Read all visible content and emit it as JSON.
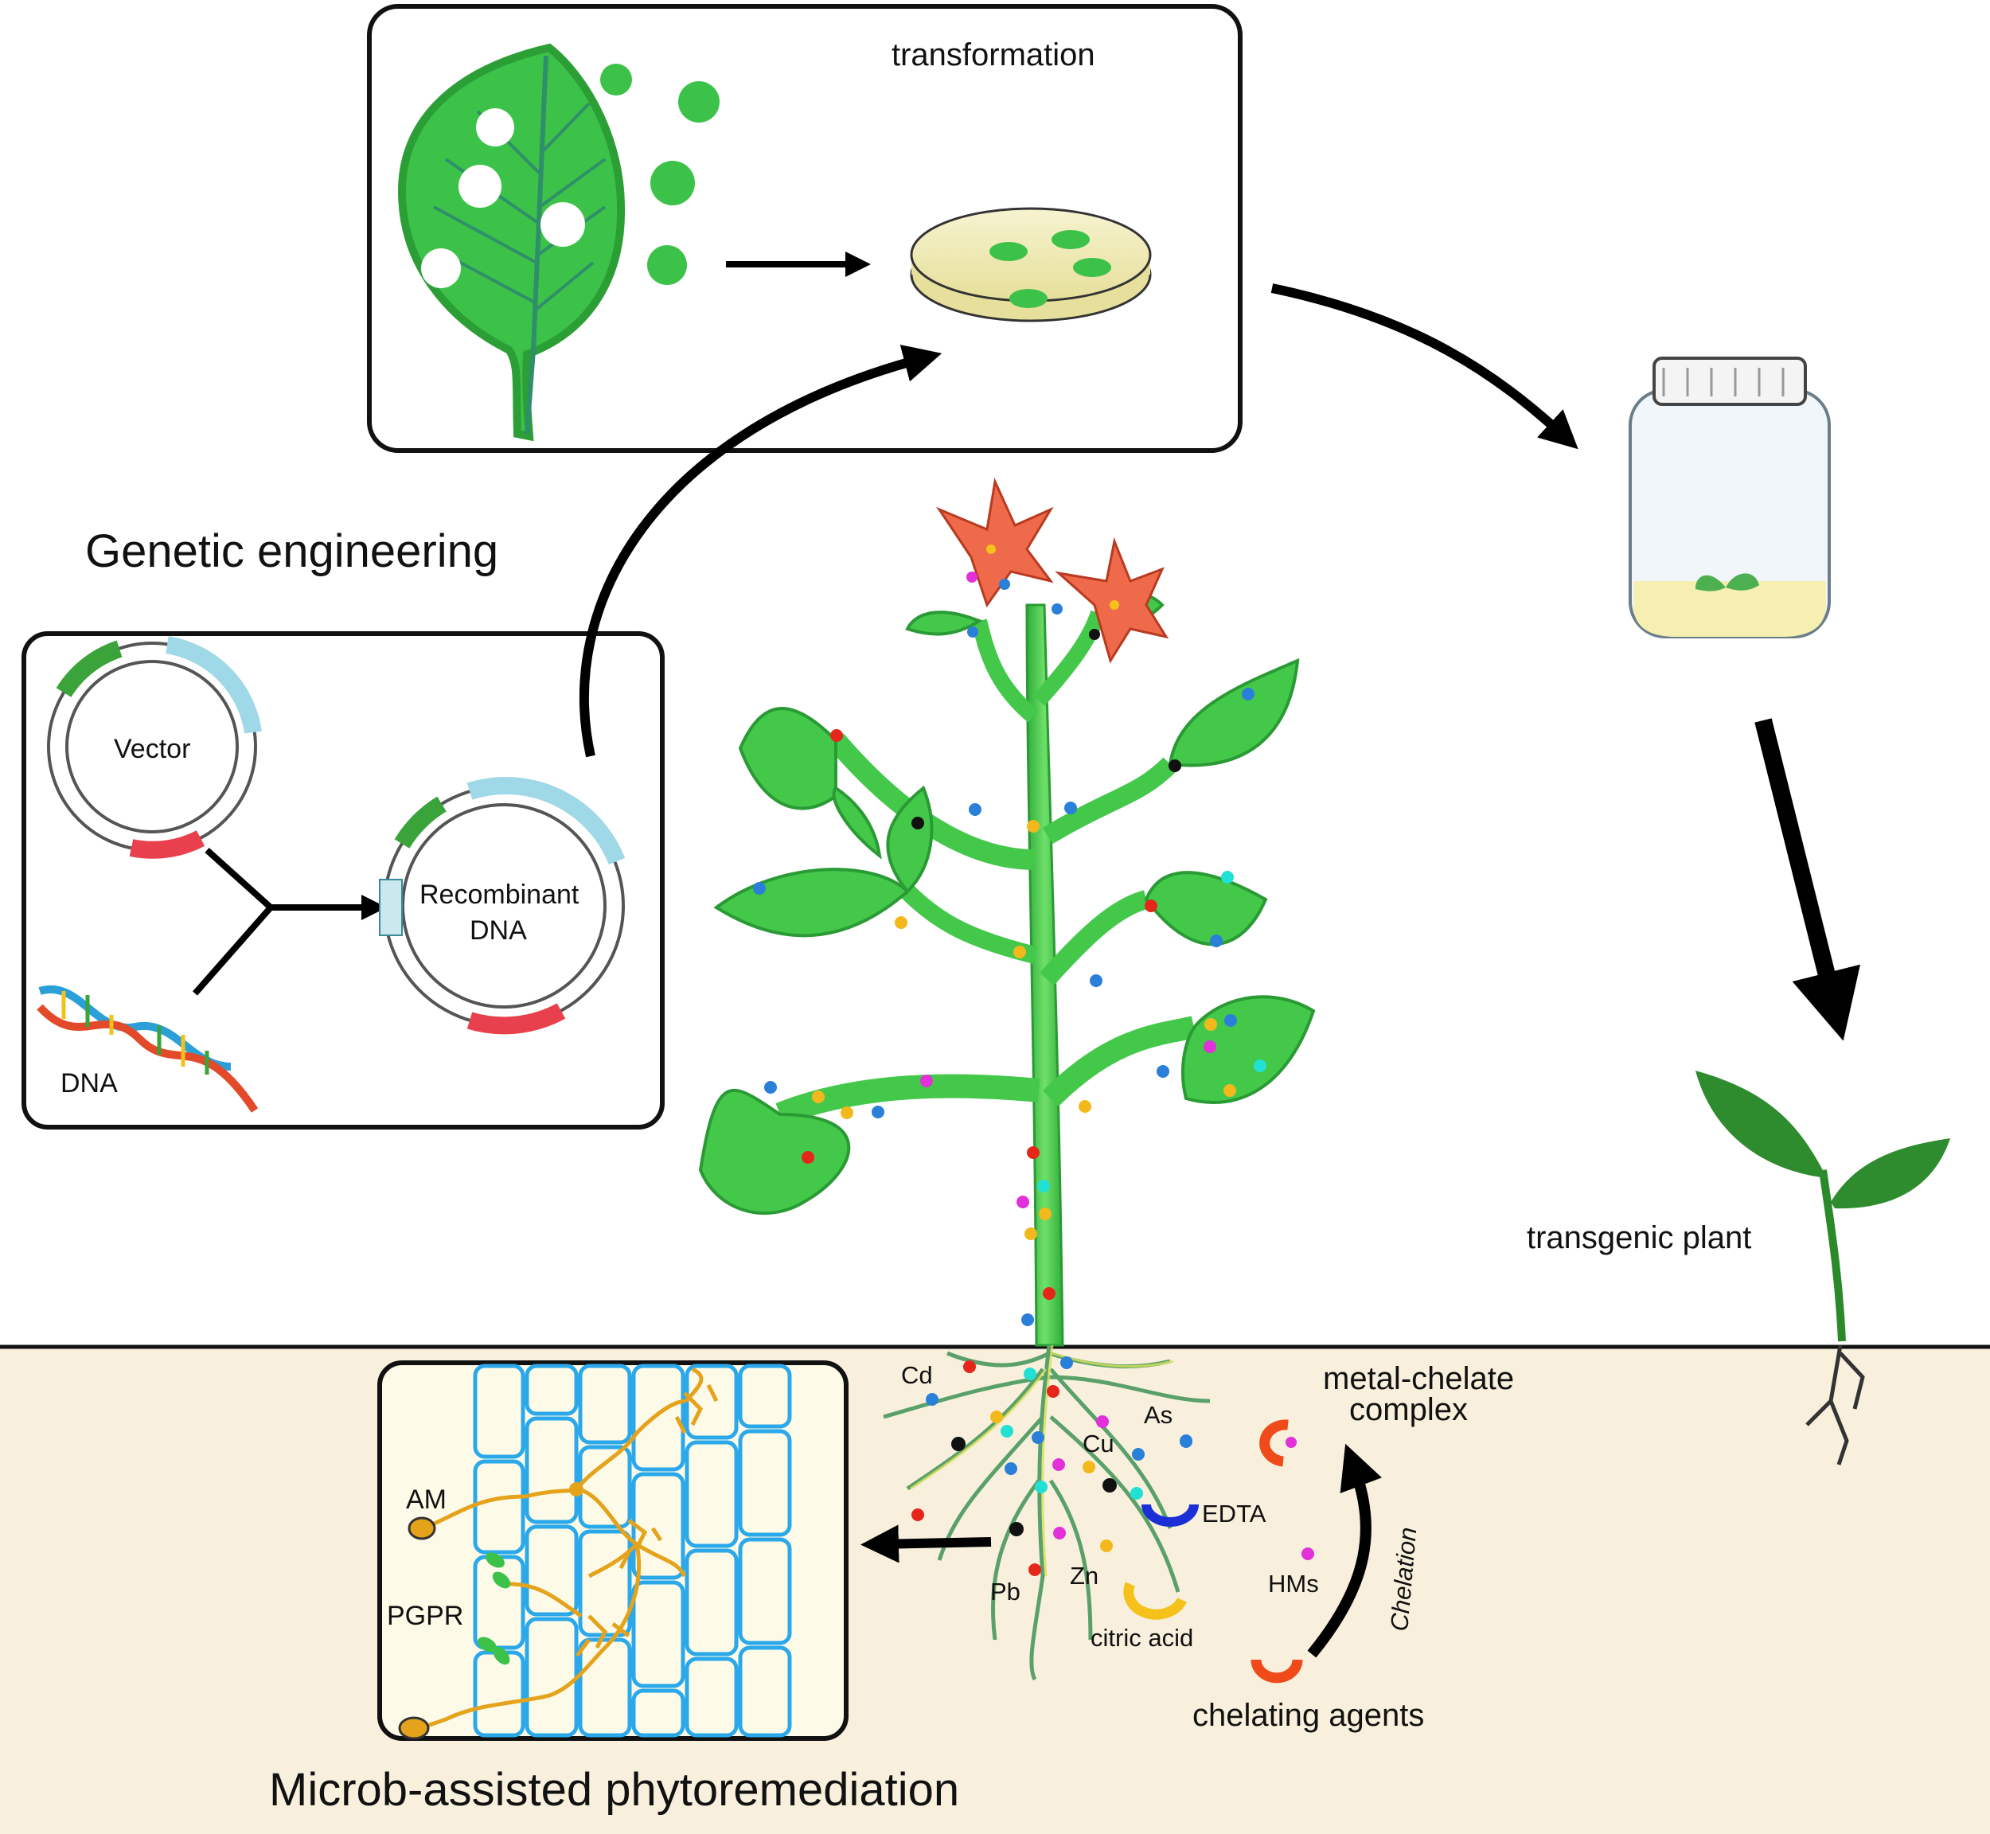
{
  "labels": {
    "transformation": "transformation",
    "genetic_engineering": "Genetic engineering",
    "vector": "Vector",
    "recombinant_line1": "Recombinant",
    "recombinant_line2": "DNA",
    "dna": "DNA",
    "transgenic_plant": "transgenic plant",
    "metal_chelate_line1": "metal-chelate",
    "metal_chelate_line2": "complex",
    "chelation": "Chelation",
    "chelating_agents": "chelating agents",
    "microb_assisted": "Microb-assisted phytoremediation",
    "am": "AM",
    "pgpr": "PGPR",
    "cd": "Cd",
    "as": "As",
    "cu": "Cu",
    "edta": "EDTA",
    "hms": "HMs",
    "pb": "Pb",
    "zn": "Zn",
    "citric_acid": "citric acid"
  },
  "colors": {
    "soil": "#f8f0dc",
    "leaf_green": "#43c84a",
    "leaf_dark": "#2a9a34",
    "root_yellow": "#d9e05a",
    "cell_wall_blue": "#2aa8ea",
    "hyphae_orange": "#e5a21b",
    "plasmid_blue": "#9fd8e6",
    "plasmid_green": "#3aa33a",
    "plasmid_red": "#e8404c",
    "metal_red": "#e5261b",
    "metal_blue": "#2a7fd8",
    "metal_cyan": "#21e0d4",
    "metal_magenta": "#e231d8",
    "metal_orange": "#f3b81b",
    "metal_black": "#111111",
    "edta_blue": "#1a2fd6",
    "chelator_red": "#f04a1a",
    "citric_yellow": "#f5c21b",
    "flower_red": "#ef6a4a"
  },
  "icons": [
    "leaf-icon",
    "petri-dish-icon",
    "jar-icon",
    "seedling-icon",
    "plasmid-icon",
    "dna-helix-icon",
    "flower-icon",
    "root-cell-icon"
  ]
}
